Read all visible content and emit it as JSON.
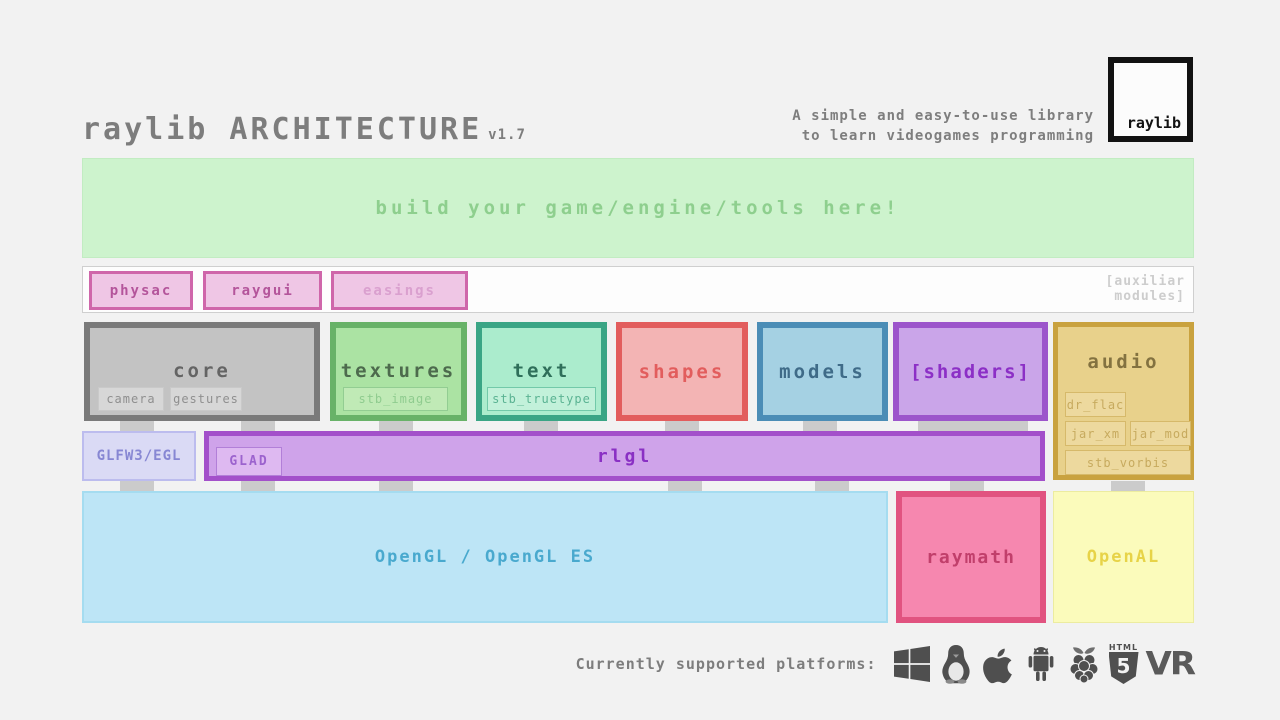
{
  "header": {
    "title": "raylib ARCHITECTURE",
    "version": "v1.7",
    "tagline_line1": "A simple and easy-to-use library",
    "tagline_line2": "to learn videogames programming",
    "logo_text": "raylib"
  },
  "banner": {
    "label": "build your game/engine/tools here!",
    "bg": "#cdf3cd",
    "text_color": "#8ecf8e"
  },
  "aux_row": {
    "modules": [
      {
        "label": "physac"
      },
      {
        "label": "raygui"
      },
      {
        "label": "easings"
      }
    ],
    "caption_line1": "[auxiliar",
    "caption_line2": "modules]",
    "accent": "#cf66aa"
  },
  "modules": {
    "core": {
      "label": "core",
      "border": "#7a7a7a",
      "fill": "#c3c3c3",
      "submodules": [
        "camera",
        "gestures"
      ]
    },
    "textures": {
      "label": "textures",
      "border": "#68b268",
      "fill": "#abe3a3",
      "submodules": [
        "stb_image"
      ]
    },
    "text": {
      "label": "text",
      "border": "#3aa585",
      "fill": "#abeccd",
      "submodules": [
        "stb_truetype"
      ]
    },
    "shapes": {
      "label": "shapes",
      "border": "#e25d5d",
      "fill": "#f3b4b4",
      "submodules": []
    },
    "models": {
      "label": "models",
      "border": "#4b8db6",
      "fill": "#a5d1e3",
      "submodules": []
    },
    "shaders": {
      "label": "[shaders]",
      "border": "#9c55cb",
      "fill": "#caa5e9",
      "submodules": []
    },
    "audio": {
      "label": "audio",
      "border": "#c9a23f",
      "fill": "#e8d18b",
      "submodules": [
        "dr_flac",
        "jar_xm",
        "jar_mod",
        "stb_vorbis"
      ]
    }
  },
  "mid_layer": {
    "glfw": {
      "label": "GLFW3/EGL",
      "fill": "#dadaf5"
    },
    "rlgl": {
      "label": "rlgl",
      "border": "#a350ca",
      "fill": "#cfa3ea",
      "submodules": [
        "GLAD"
      ]
    }
  },
  "base_layer": {
    "opengl": {
      "label": "OpenGL / OpenGL ES",
      "fill": "#bde5f6",
      "text_color": "#49a9ce"
    },
    "raymath": {
      "label": "raymath",
      "border": "#e15380",
      "fill": "#f687af"
    },
    "openal": {
      "label": "OpenAL",
      "fill": "#fbfbbb",
      "text_color": "#e7d348"
    }
  },
  "footer": {
    "label": "Currently supported platforms:",
    "platforms": [
      "windows",
      "linux",
      "apple",
      "android",
      "raspberry-pi",
      "html5",
      "vr"
    ],
    "html5_top": "HTML",
    "html5_number": "5",
    "vr_label": "VR"
  }
}
